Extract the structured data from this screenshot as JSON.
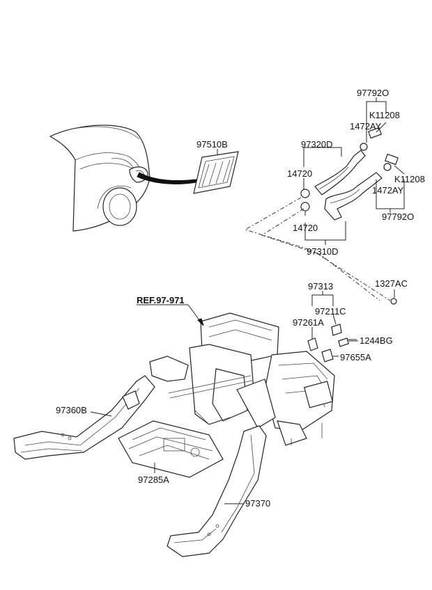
{
  "callouts": {
    "p97792O_top": "97792O",
    "pK11208_top": "K11208",
    "p1472AY_top": "1472AY",
    "p97510B": "97510B",
    "p97320D": "97320D",
    "p14720_a": "14720",
    "pK11208_bot": "K11208",
    "p1472AY_bot": "1472AY",
    "p97792O_bot": "97792O",
    "p14720_b": "14720",
    "p97310D": "97310D",
    "p97313": "97313",
    "p1327AC": "1327AC",
    "ref": "REF.97-971",
    "p97211C": "97211C",
    "p97261A": "97261A",
    "p1244BG": "1244BG",
    "p97655A": "97655A",
    "p97360B": "97360B",
    "p97285A": "97285A",
    "p97370": "97370"
  }
}
